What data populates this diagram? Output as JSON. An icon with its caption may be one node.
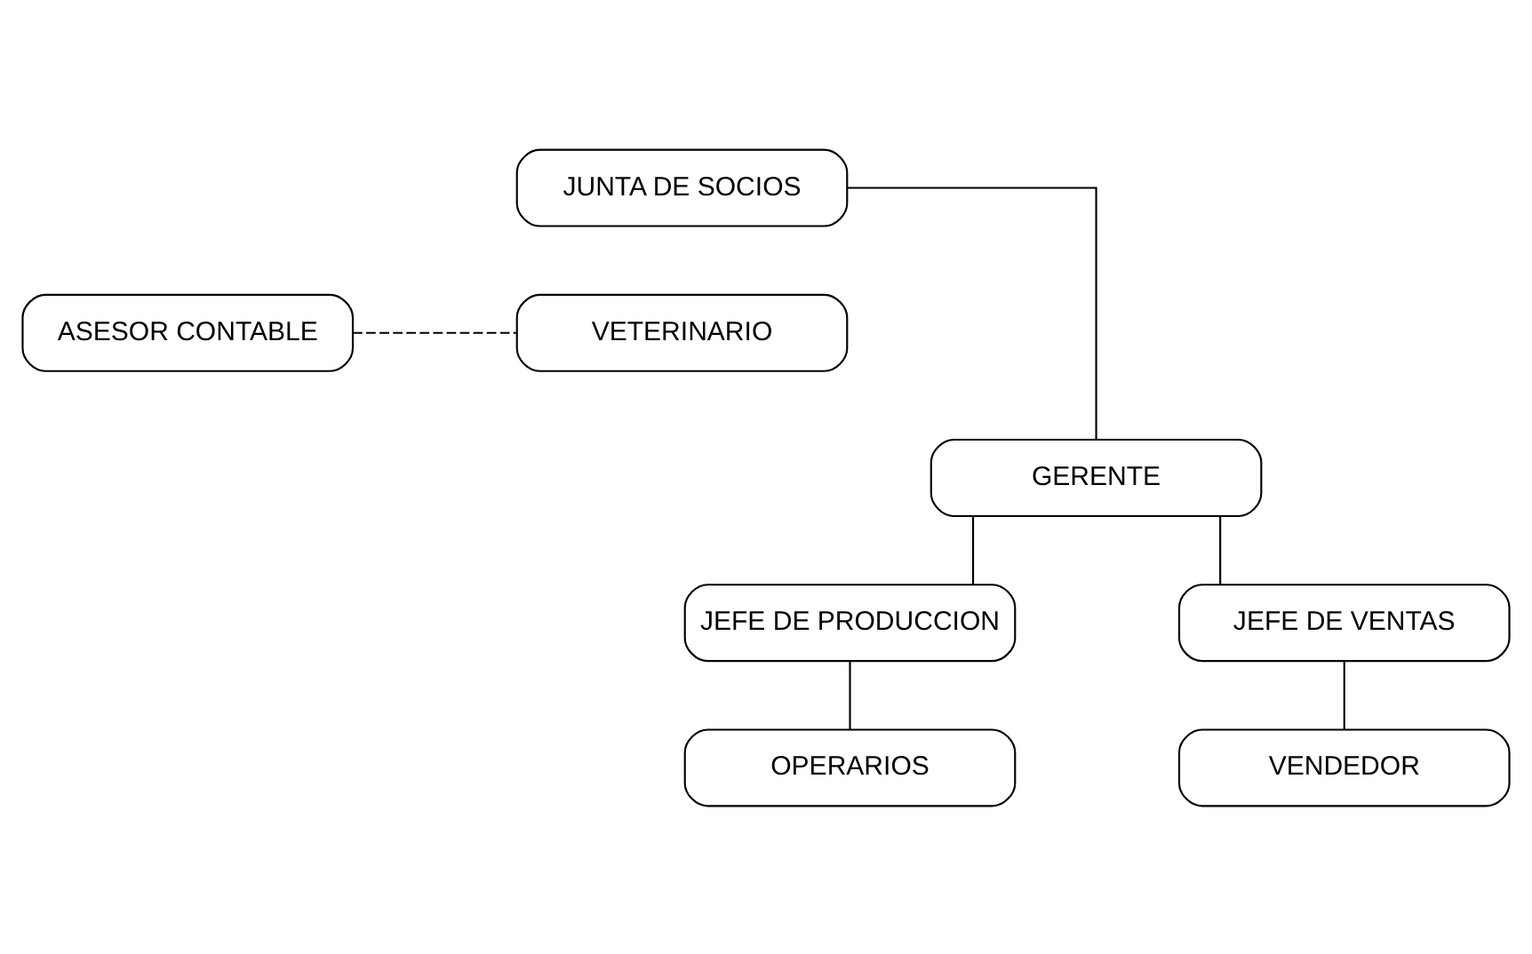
{
  "diagram": {
    "nodes": [
      {
        "text": [
          "JUNTA DE SOCIOS"
        ]
      },
      {
        "text": [
          "ASESOR CONTABLE"
        ]
      },
      {
        "text": [
          "VETERINARIO"
        ]
      },
      {
        "text": [
          "GERENTE"
        ]
      },
      {
        "text": [
          "JEFE DE PRODUCCION"
        ]
      },
      {
        "text": [
          "JEFE DE VENTAS"
        ]
      },
      {
        "text": [
          "OPERARIOS"
        ]
      },
      {
        "text": [
          "VENDEDOR"
        ]
      }
    ],
    "edges": [
      {
        "from": 0,
        "to": 3,
        "arrow": "none"
      },
      {
        "from": 1,
        "to": 2,
        "arrow": "none",
        "style": "dashed"
      },
      {
        "from": 3,
        "to": 4,
        "arrow": "none"
      },
      {
        "from": 3,
        "to": 5,
        "arrow": "none"
      },
      {
        "from": 4,
        "to": 6,
        "arrow": "none"
      },
      {
        "from": 5,
        "to": 7,
        "arrow": "none"
      }
    ]
  }
}
